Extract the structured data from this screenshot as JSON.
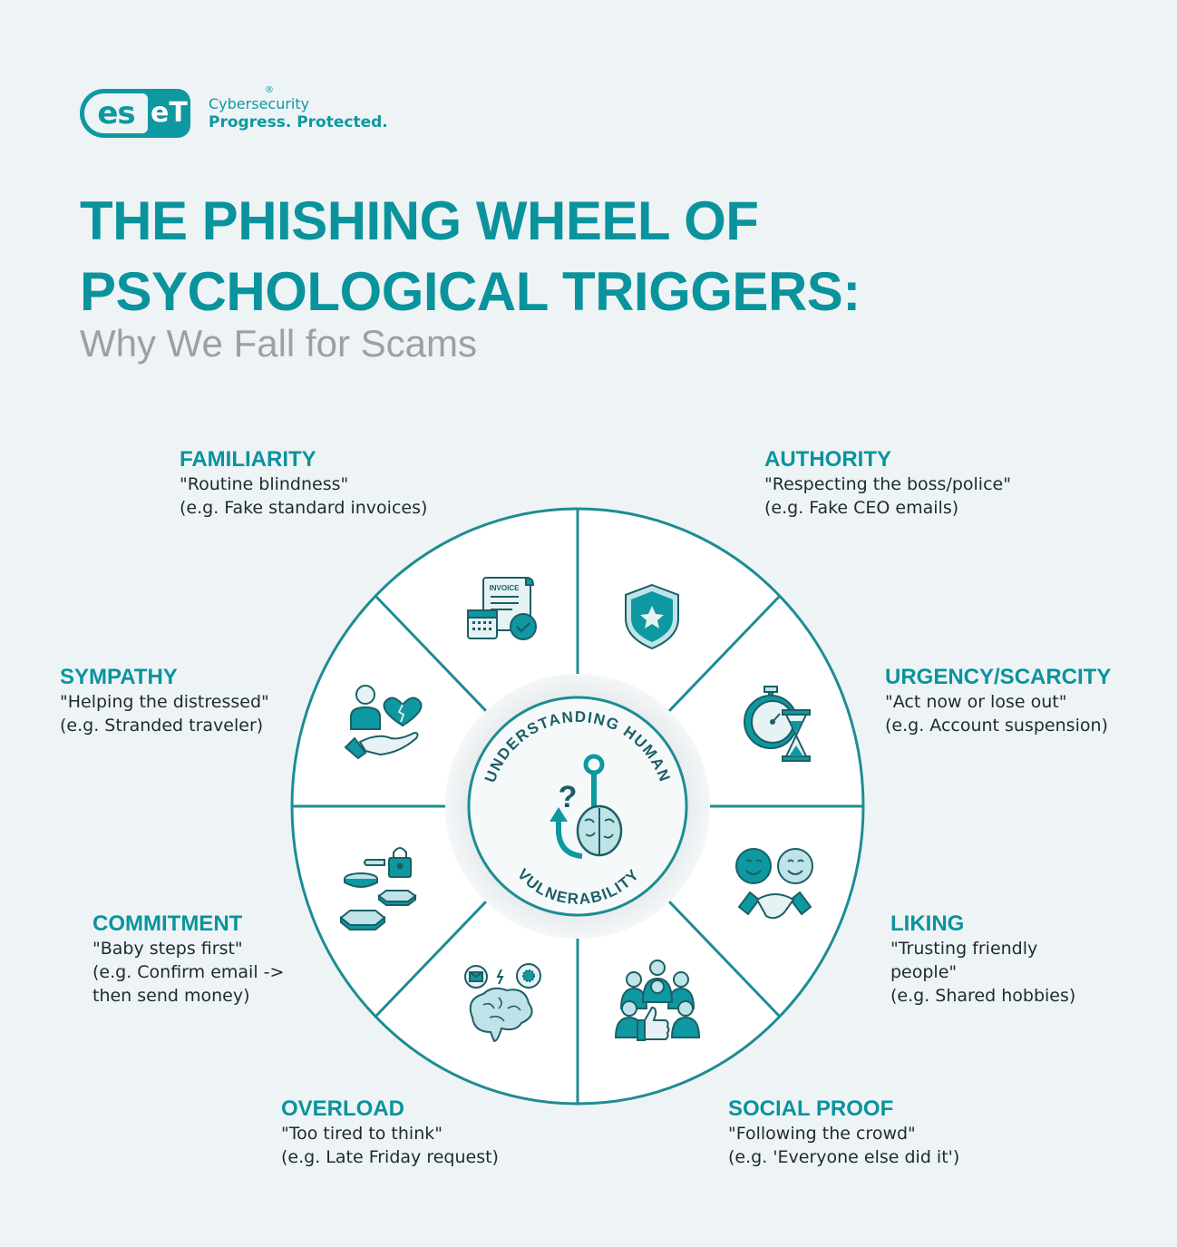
{
  "brand": {
    "logo_text_left": "es",
    "logo_text_right": "eT",
    "registered": "®",
    "tagline_line1": "Cybersecurity",
    "tagline_line2": "Progress. Protected.",
    "color": "#0e98a1"
  },
  "header": {
    "title_line1": "THE PHISHING WHEEL OF",
    "title_line2": "PSYCHOLOGICAL TRIGGERS:",
    "subtitle": "Why We Fall for Scams"
  },
  "hub": {
    "text_top": "UNDERSTANDING HUMAN",
    "text_bottom": "VULNERABILITY",
    "icon": "hook-question-brain-icon"
  },
  "triggers": [
    {
      "name": "FAMILIARITY",
      "quote": "\"Routine blindness\"",
      "example": "(e.g. Fake standard invoices)",
      "icon": "invoice-calendar-check-icon"
    },
    {
      "name": "AUTHORITY",
      "quote": "\"Respecting the boss/police\"",
      "example": "(e.g. Fake CEO emails)",
      "icon": "shield-star-icon"
    },
    {
      "name": "URGENCY/SCARCITY",
      "quote": "\"Act now or lose out\"",
      "example": "(e.g. Account suspension)",
      "icon": "stopwatch-hourglass-icon"
    },
    {
      "name": "LIKING",
      "quote": "\"Trusting friendly",
      "quote2": "people\"",
      "example": "(e.g. Shared hobbies)",
      "icon": "smileys-handshake-icon"
    },
    {
      "name": "SOCIAL PROOF",
      "quote": "\"Following the crowd\"",
      "example": "(e.g. 'Everyone else did it')",
      "icon": "crowd-thumbs-up-icon"
    },
    {
      "name": "OVERLOAD",
      "quote": "\"Too tired to think\"",
      "example": "(e.g. Late Friday request)",
      "icon": "brain-overload-icon"
    },
    {
      "name": "COMMITMENT",
      "quote": "\"Baby steps first\"",
      "example": "(e.g. Confirm email ->",
      "example2": "then send money)",
      "icon": "stepping-stones-lock-icon"
    },
    {
      "name": "SYMPATHY",
      "quote": "\"Helping the distressed\"",
      "example": "(e.g. Stranded traveler)",
      "icon": "person-broken-heart-hand-icon"
    }
  ],
  "colors": {
    "teal": "#0a939d",
    "teal_dark": "#1a6e73",
    "teal_light": "#cfe7ea",
    "background": "#eef4f5",
    "subtitle_gray": "#9aa0a6"
  }
}
